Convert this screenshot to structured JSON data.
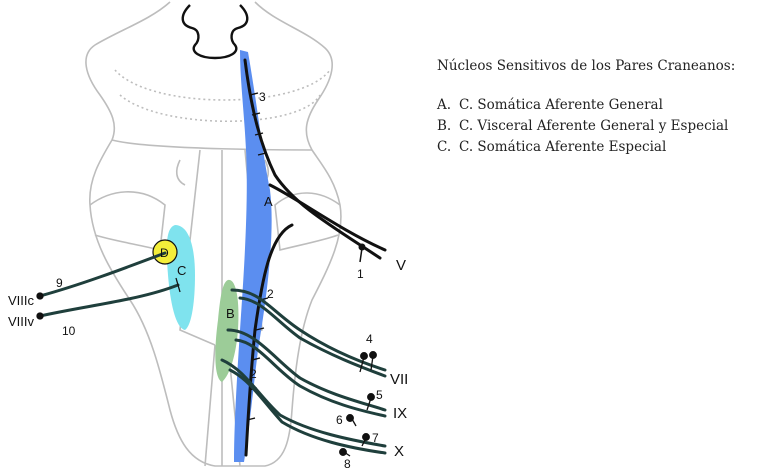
{
  "legend": {
    "title": "Núcleos Sensitivos de los Pares Craneanos:",
    "items": [
      {
        "letter": "A.",
        "text": "C. Somática Aferente General"
      },
      {
        "letter": "B.",
        "text": "C. Visceral Aferente General y Especial"
      },
      {
        "letter": "C.",
        "text": "C. Somática Aferente Especial"
      }
    ]
  },
  "nuclei": {
    "A": "A",
    "B": "B",
    "C": "C",
    "D": "D",
    "colors": {
      "A": "#5b8ef0",
      "B": "#9ccc98",
      "C": "#7fe3ee",
      "D": "#f3ee3a"
    }
  },
  "nerves": {
    "V": "V",
    "VII": "VII",
    "IX": "IX",
    "X": "X",
    "VIIIc": "VIIIc",
    "VIIIv": "VIIIv"
  },
  "numbers": {
    "n1": "1",
    "n2a": "2",
    "n2b": "2",
    "n3": "3",
    "n4": "4",
    "n5": "5",
    "n6": "6",
    "n7": "7",
    "n8": "8",
    "n9": "9",
    "n10": "10"
  },
  "colors": {
    "outline": "#bdbdbd",
    "fiber": "#1f3f3c",
    "fiber_dark": "#111111"
  }
}
